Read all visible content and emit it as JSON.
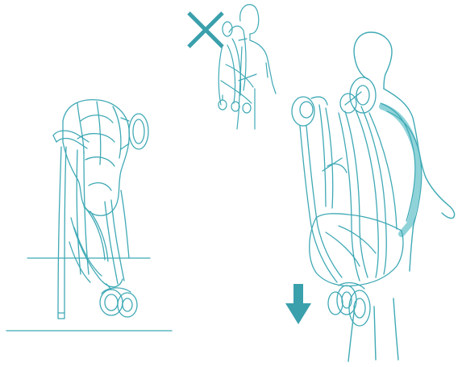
{
  "colors": {
    "line": "#3fa9b5",
    "accent": "#3aa0ac",
    "cross": "#3aa0ac",
    "strap": "#8fd3d9",
    "background": "#ffffff"
  },
  "illustration": {
    "panels": [
      {
        "id": "folded-stroller-standing",
        "icon": "folded-stroller-icon"
      },
      {
        "id": "incorrect-carry",
        "icon": "cross-mark-icon"
      },
      {
        "id": "correct-carry",
        "icon": "down-arrow-icon"
      }
    ]
  }
}
